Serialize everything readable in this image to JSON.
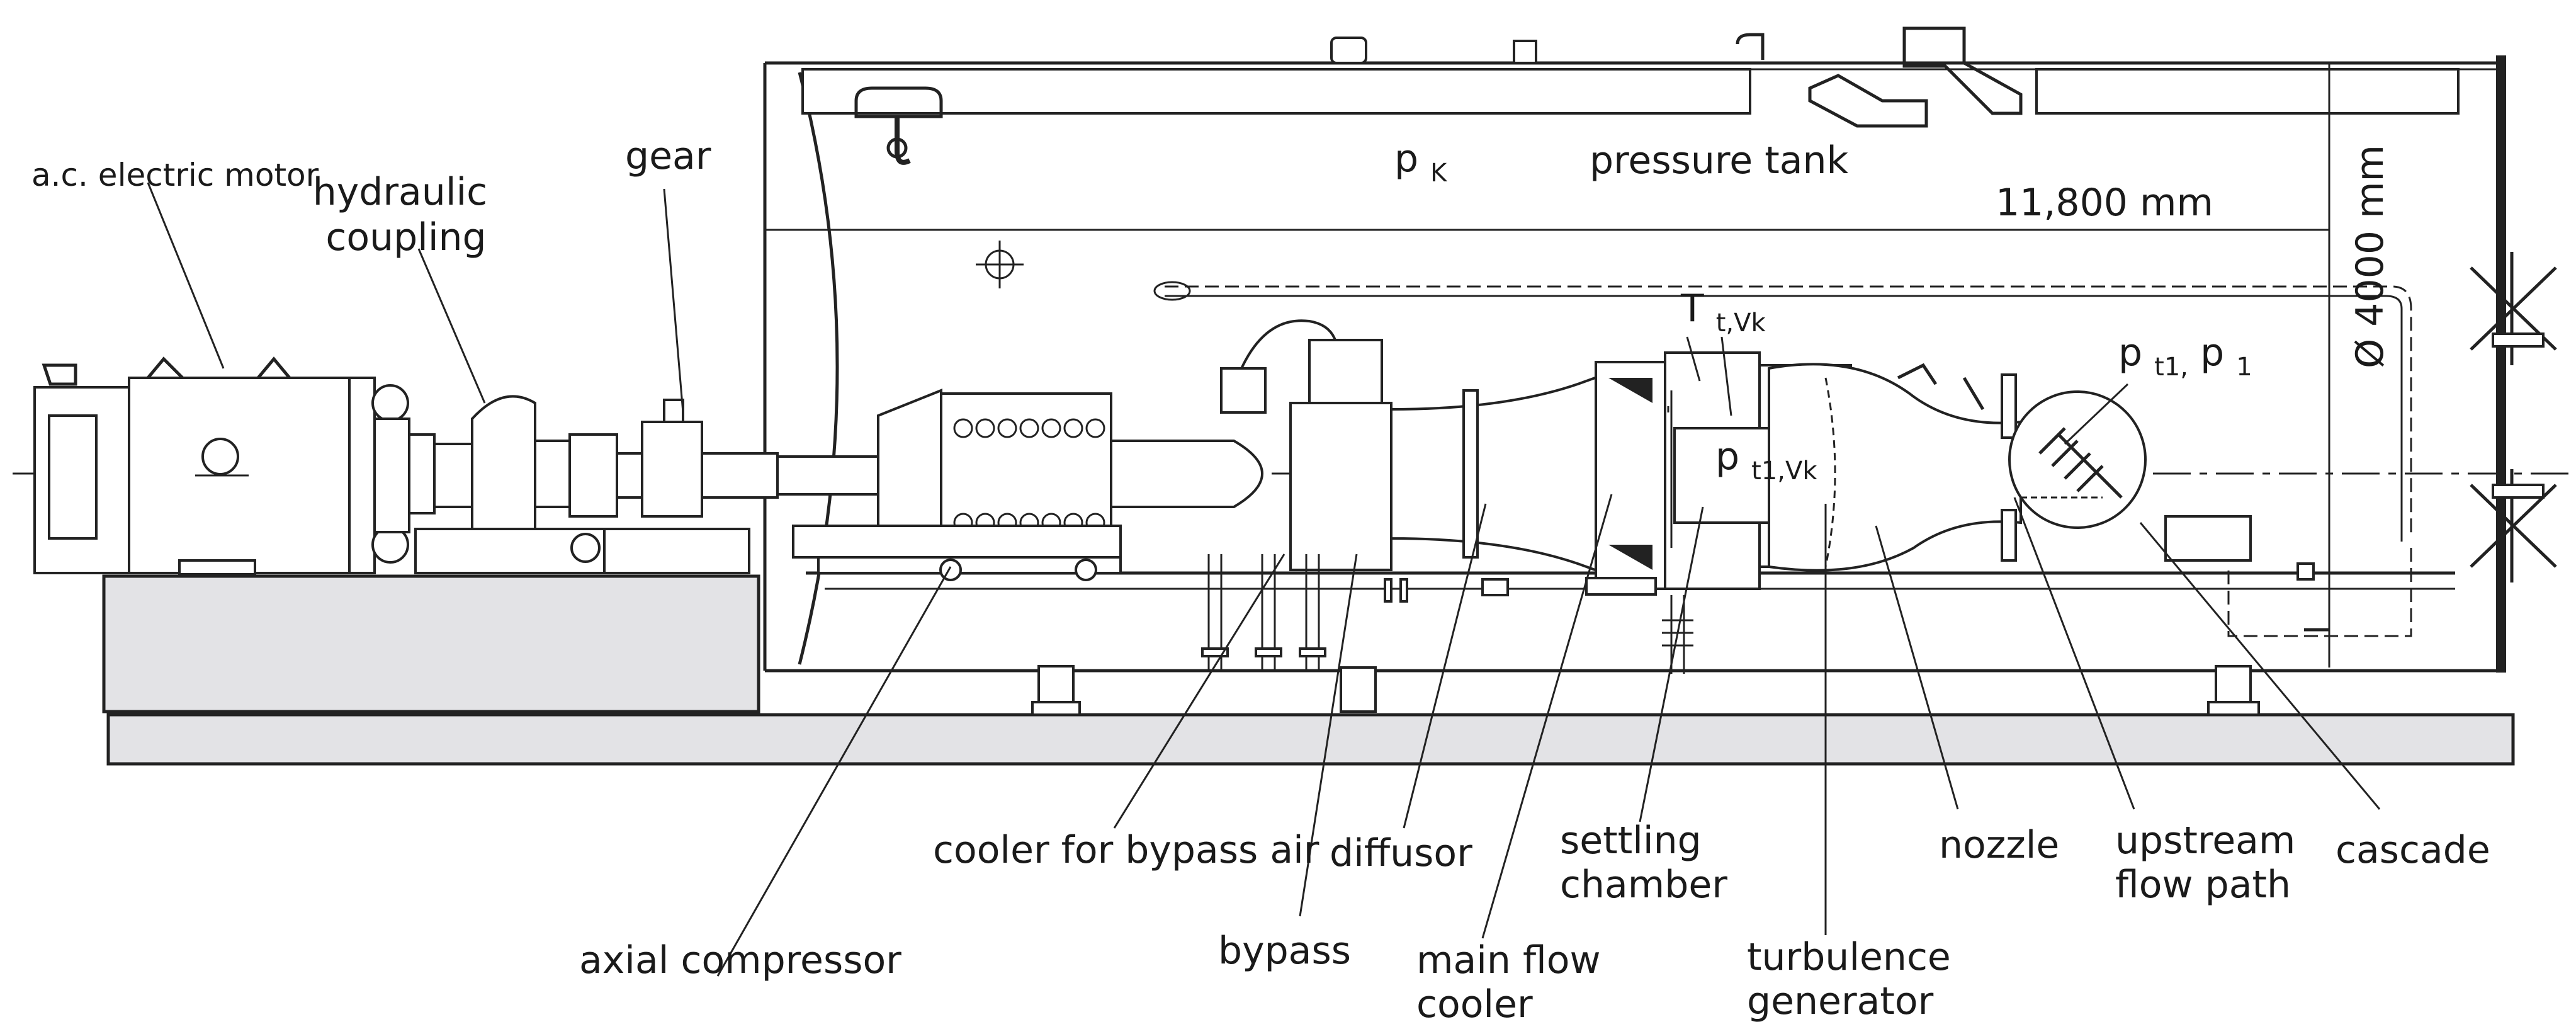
{
  "labels": {
    "motor": "a.c. electric motor",
    "coupling_line1": "hydraulic",
    "coupling_line2": "coupling",
    "gear": "gear",
    "tank_pressure_main": "p",
    "tank_pressure_sub": "K",
    "pressure_tank": "pressure tank",
    "length": "11,800 mm",
    "diameter": "Ø 4000 mm",
    "t_main": "T",
    "t_sub": "t,Vk",
    "p1_main_a": "p",
    "p1_sub_a": "t1,",
    "p1_main_b": "p",
    "p1_sub_b": "1",
    "pt1_main": "p",
    "pt1_sub": "t1,Vk",
    "cooler_bypass": "cooler for bypass air",
    "diffusor": "diffusor",
    "settling_line1": "settling",
    "settling_line2": "chamber",
    "nozzle": "nozzle",
    "upstream_line1": "upstream",
    "upstream_line2": "flow path",
    "cascade": "cascade",
    "axial_compressor": "axial compressor",
    "bypass": "bypass",
    "main_cooler_line1": "main flow",
    "main_cooler_line2": "cooler",
    "turbulence_line1": "turbulence",
    "turbulence_line2": "generator"
  }
}
